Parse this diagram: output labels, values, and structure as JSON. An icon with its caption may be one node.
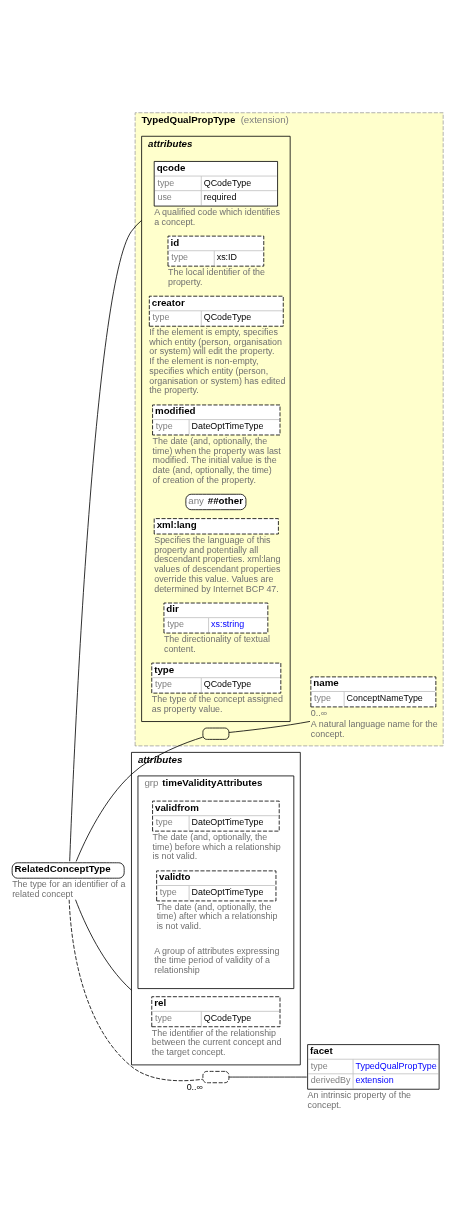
{
  "diagram": {
    "nodes": [
      {
        "text": [
          "RelatedConceptType"
        ],
        "beside": [
          "The type for an identifier of a related concept"
        ]
      },
      {
        "text": [
          "TypedQualPropType",
          "(extension)"
        ]
      },
      {
        "text": [
          "attributes"
        ],
        "in": 1
      },
      {
        "text": [
          "qcode",
          "type",
          "QCodeType",
          "use",
          "required"
        ],
        "in": 2,
        "beside": [
          "A qualified code which identifies a concept."
        ]
      },
      {
        "text": [
          "id",
          "type",
          "xs:ID"
        ],
        "in": 2,
        "beside": [
          "The local identifier of the property."
        ]
      },
      {
        "text": [
          "creator",
          "type",
          "QCodeType"
        ],
        "in": 2,
        "beside": [
          "If the element is empty, specifies which entity (person, organisation or system) will edit the property. If the element is non-empty, specifies which entity (person, organisation or system) has edited the property."
        ]
      },
      {
        "text": [
          "modified",
          "type",
          "DateOptTimeType"
        ],
        "in": 2,
        "beside": [
          "The date (and, optionally, the time) when the property was last modified. The initial value is the date (and, optionally, the time) of creation of the property."
        ]
      },
      {
        "text": [
          "any",
          "##other"
        ],
        "in": 2
      },
      {
        "text": [
          "xml:lang"
        ],
        "in": 2,
        "beside": [
          "Specifies the language of this property and potentially all descendant properties. xml:lang values of descendant properties override this value. Values are determined by Internet BCP 47."
        ]
      },
      {
        "text": [
          "dir",
          "type",
          "xs:string"
        ],
        "in": 2,
        "beside": [
          "The directionality of textual content."
        ]
      },
      {
        "text": [
          "type",
          "type",
          "QCodeType"
        ],
        "in": 2,
        "beside": [
          "The type of the concept assigned as property value."
        ]
      },
      {
        "text": [],
        "shape": "box",
        "in": 1
      },
      {
        "text": [
          "name",
          "type",
          "ConceptNameType"
        ],
        "in": 1,
        "beside": [
          "0..∞",
          "A natural language name for the concept."
        ]
      },
      {
        "text": [
          "attributes"
        ]
      },
      {
        "text": [
          "rel",
          "type",
          "QCodeType"
        ],
        "in": 13,
        "beside": [
          "The identifier of the relationship between the current concept and the target concept."
        ]
      },
      {
        "text": [
          "grp",
          "timeValidityAttributes"
        ],
        "in": 13,
        "beside": [
          "A group of attributes expressing the time period of validity of a relationship"
        ]
      },
      {
        "text": [
          "validfrom",
          "type",
          "DateOptTimeType"
        ],
        "in": 15,
        "beside": [
          "The date (and, optionally, the time) before which a relationship is not valid."
        ]
      },
      {
        "text": [
          "validto",
          "type",
          "DateOptTimeType"
        ],
        "in": 15,
        "beside": [
          "The date (and, optionally, the time) after which a relationship is not valid."
        ]
      },
      {
        "text": [],
        "shape": "box",
        "beside": [
          "0..∞"
        ]
      },
      {
        "text": [
          "facet",
          "type",
          "TypedQualPropType",
          "derivedBy",
          "extension"
        ],
        "beside": [
          "An intrinsic property of the concept."
        ]
      }
    ],
    "edges": [
      {
        "from": 0,
        "to": 2,
        "arrow": "none"
      },
      {
        "from": 0,
        "to": 11,
        "arrow": "none"
      },
      {
        "from": 0,
        "to": 13,
        "arrow": "none"
      },
      {
        "from": 0,
        "to": 18,
        "arrow": "none",
        "style": "dashed"
      },
      {
        "from": 11,
        "to": 12,
        "arrow": "none"
      },
      {
        "from": 18,
        "to": 19,
        "arrow": "none"
      }
    ]
  }
}
